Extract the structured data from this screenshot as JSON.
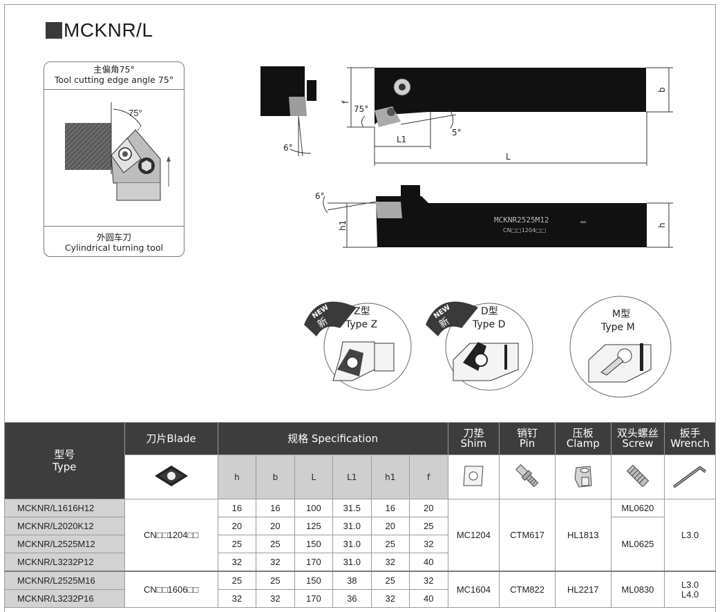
{
  "title": "MCKNR/L",
  "card": {
    "top_cn": "主偏角75°",
    "top_en": "Tool cutting edge angle 75°",
    "angle": "75°",
    "bottom_cn": "外圆车刀",
    "bottom_en": "Cylindrical turning tool"
  },
  "drawing": {
    "angle_75": "75°",
    "angle_5": "5°",
    "angle_6_top": "6°",
    "angle_6_side": "6°",
    "dim_f": "f",
    "dim_b": "b",
    "dim_L1": "L1",
    "dim_L": "L",
    "dim_h1": "h1",
    "dim_h": "h",
    "engraving_model": "MCKNR2525M12",
    "engraving_insert": "CN□□1204□□"
  },
  "types": [
    {
      "new": "NEW",
      "xin": "新",
      "cn": "Z型",
      "en": "Type Z"
    },
    {
      "new": "NEW",
      "xin": "新",
      "cn": "D型",
      "en": "Type D"
    },
    {
      "cn": "M型",
      "en": "Type M"
    }
  ],
  "table": {
    "type_cn": "型号",
    "type_en": "Type",
    "blade": "刀片Blade",
    "spec": "规格 Specification",
    "shim_cn": "刀垫",
    "shim_en": "Shim",
    "pin_cn": "销钉",
    "pin_en": "Pin",
    "clamp_cn": "压板",
    "clamp_en": "Clamp",
    "screw_cn": "双头螺丝",
    "screw_en": "Screw",
    "wrench_cn": "扳手",
    "wrench_en": "Wrench",
    "cols": [
      "h",
      "b",
      "L",
      "L1",
      "h1",
      "f"
    ],
    "rows": [
      {
        "model": "MCKNR/L1616H12",
        "v": [
          "16",
          "16",
          "100",
          "31.5",
          "16",
          "20"
        ]
      },
      {
        "model": "MCKNR/L2020K12",
        "v": [
          "20",
          "20",
          "125",
          "31.0",
          "20",
          "25"
        ]
      },
      {
        "model": "MCKNR/L2525M12",
        "v": [
          "25",
          "25",
          "150",
          "31.0",
          "25",
          "32"
        ]
      },
      {
        "model": "MCKNR/L3232P12",
        "v": [
          "32",
          "32",
          "170",
          "31.0",
          "32",
          "40"
        ]
      },
      {
        "model": "MCKNR/L2525M16",
        "v": [
          "25",
          "25",
          "150",
          "38",
          "25",
          "32"
        ]
      },
      {
        "model": "MCKNR/L3232P16",
        "v": [
          "32",
          "32",
          "170",
          "36",
          "32",
          "40"
        ]
      }
    ],
    "blade_g1": "CN□□1204□□",
    "blade_g2": "CN□□1606□□",
    "shim_g1": "MC1204",
    "pin_g1": "CTM617",
    "clamp_g1": "HL1813",
    "screw_a": "ML0620",
    "screw_b": "ML0625",
    "wrench_g1": "L3.0",
    "shim_g2": "MC1604",
    "pin_g2": "CTM822",
    "clamp_g2": "HL2217",
    "screw_g2": "ML0830",
    "wrench_g2a": "L3.0",
    "wrench_g2b": "L4.0"
  }
}
